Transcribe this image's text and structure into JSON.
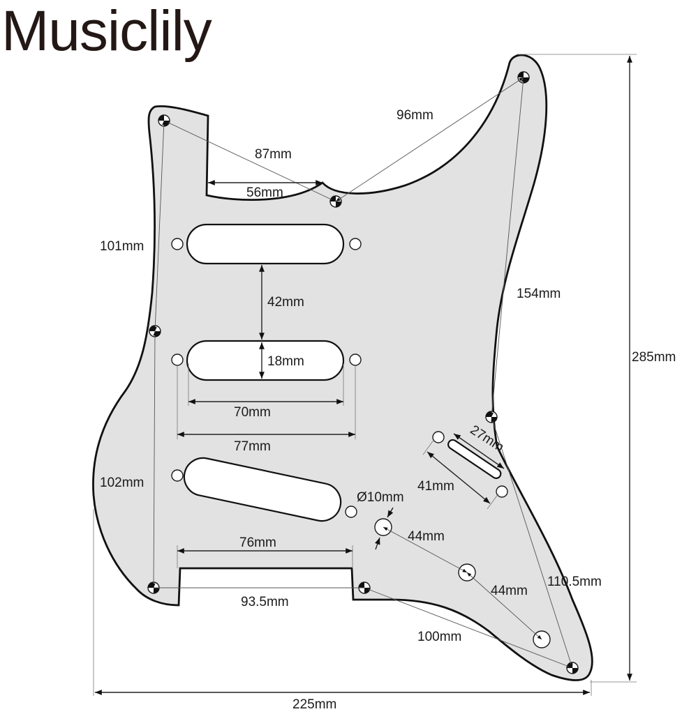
{
  "brand": "Musiclily",
  "colors": {
    "pickguard": "#e2e2e2",
    "outline": "#111111",
    "text": "#1a1a1a",
    "brand": "#231815"
  },
  "labels": {
    "top_diag": "96mm",
    "upper_diag": "87mm",
    "horn_width": "56mm",
    "left_upper": "101mm",
    "pickup_gap": "42mm",
    "pickup_height": "18mm",
    "pickup_length": "70mm",
    "pickup_hole_span": "77mm",
    "right_long": "154mm",
    "switch_slot": "27mm",
    "switch_holes": "41mm",
    "jack": "Ø10mm",
    "left_lower": "102mm",
    "pot_gap_1": "44mm",
    "pot_gap_2": "44mm",
    "bottom_cut": "76mm",
    "bottom_holes": "93.5mm",
    "right_lower": "110.5mm",
    "bottom_diag": "100mm",
    "total_height": "285mm",
    "total_width": "225mm"
  }
}
